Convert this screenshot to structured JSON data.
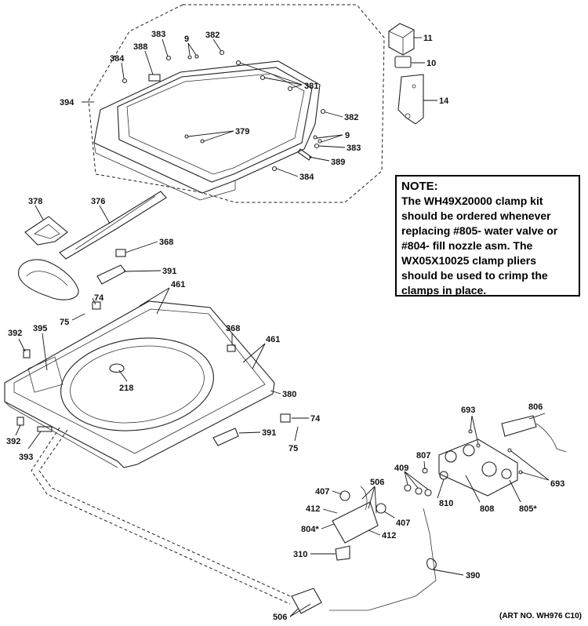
{
  "note": {
    "title": "NOTE:",
    "text": "The WH49X20000 clamp kit should be ordered whenever replacing #805- water valve or #804- fill nozzle asm. The WX05X10025 clamp pliers should be used to crimp the clamps in place."
  },
  "art_number": "(ART NO. WH976 C10)",
  "callouts": {
    "c383a": "383",
    "c9a": "9",
    "c382a": "382",
    "c388": "388",
    "c384a": "384",
    "c394": "394",
    "c381": "381",
    "c382b": "382",
    "c379": "379",
    "c9b": "9",
    "c383b": "383",
    "c389": "389",
    "c384b": "384",
    "c11": "11",
    "c10": "10",
    "c14": "14",
    "c378": "378",
    "c376": "376",
    "c368a": "368",
    "c391a": "391",
    "c461a": "461",
    "c74a": "74",
    "c75a": "75",
    "c392a": "392",
    "c395": "395",
    "c368b": "368",
    "c461b": "461",
    "c218": "218",
    "c380": "380",
    "c392b": "392",
    "c393": "393",
    "c74b": "74",
    "c391b": "391",
    "c75b": "75",
    "c693a": "693",
    "c806": "806",
    "c807": "807",
    "c409": "409",
    "c810": "810",
    "c808": "808",
    "c805": "805*",
    "c693b": "693",
    "c407a": "407",
    "c506a": "506",
    "c412a": "412",
    "c407b": "407",
    "c804": "804*",
    "c412b": "412",
    "c310": "310",
    "c390": "390",
    "c506b": "506"
  }
}
